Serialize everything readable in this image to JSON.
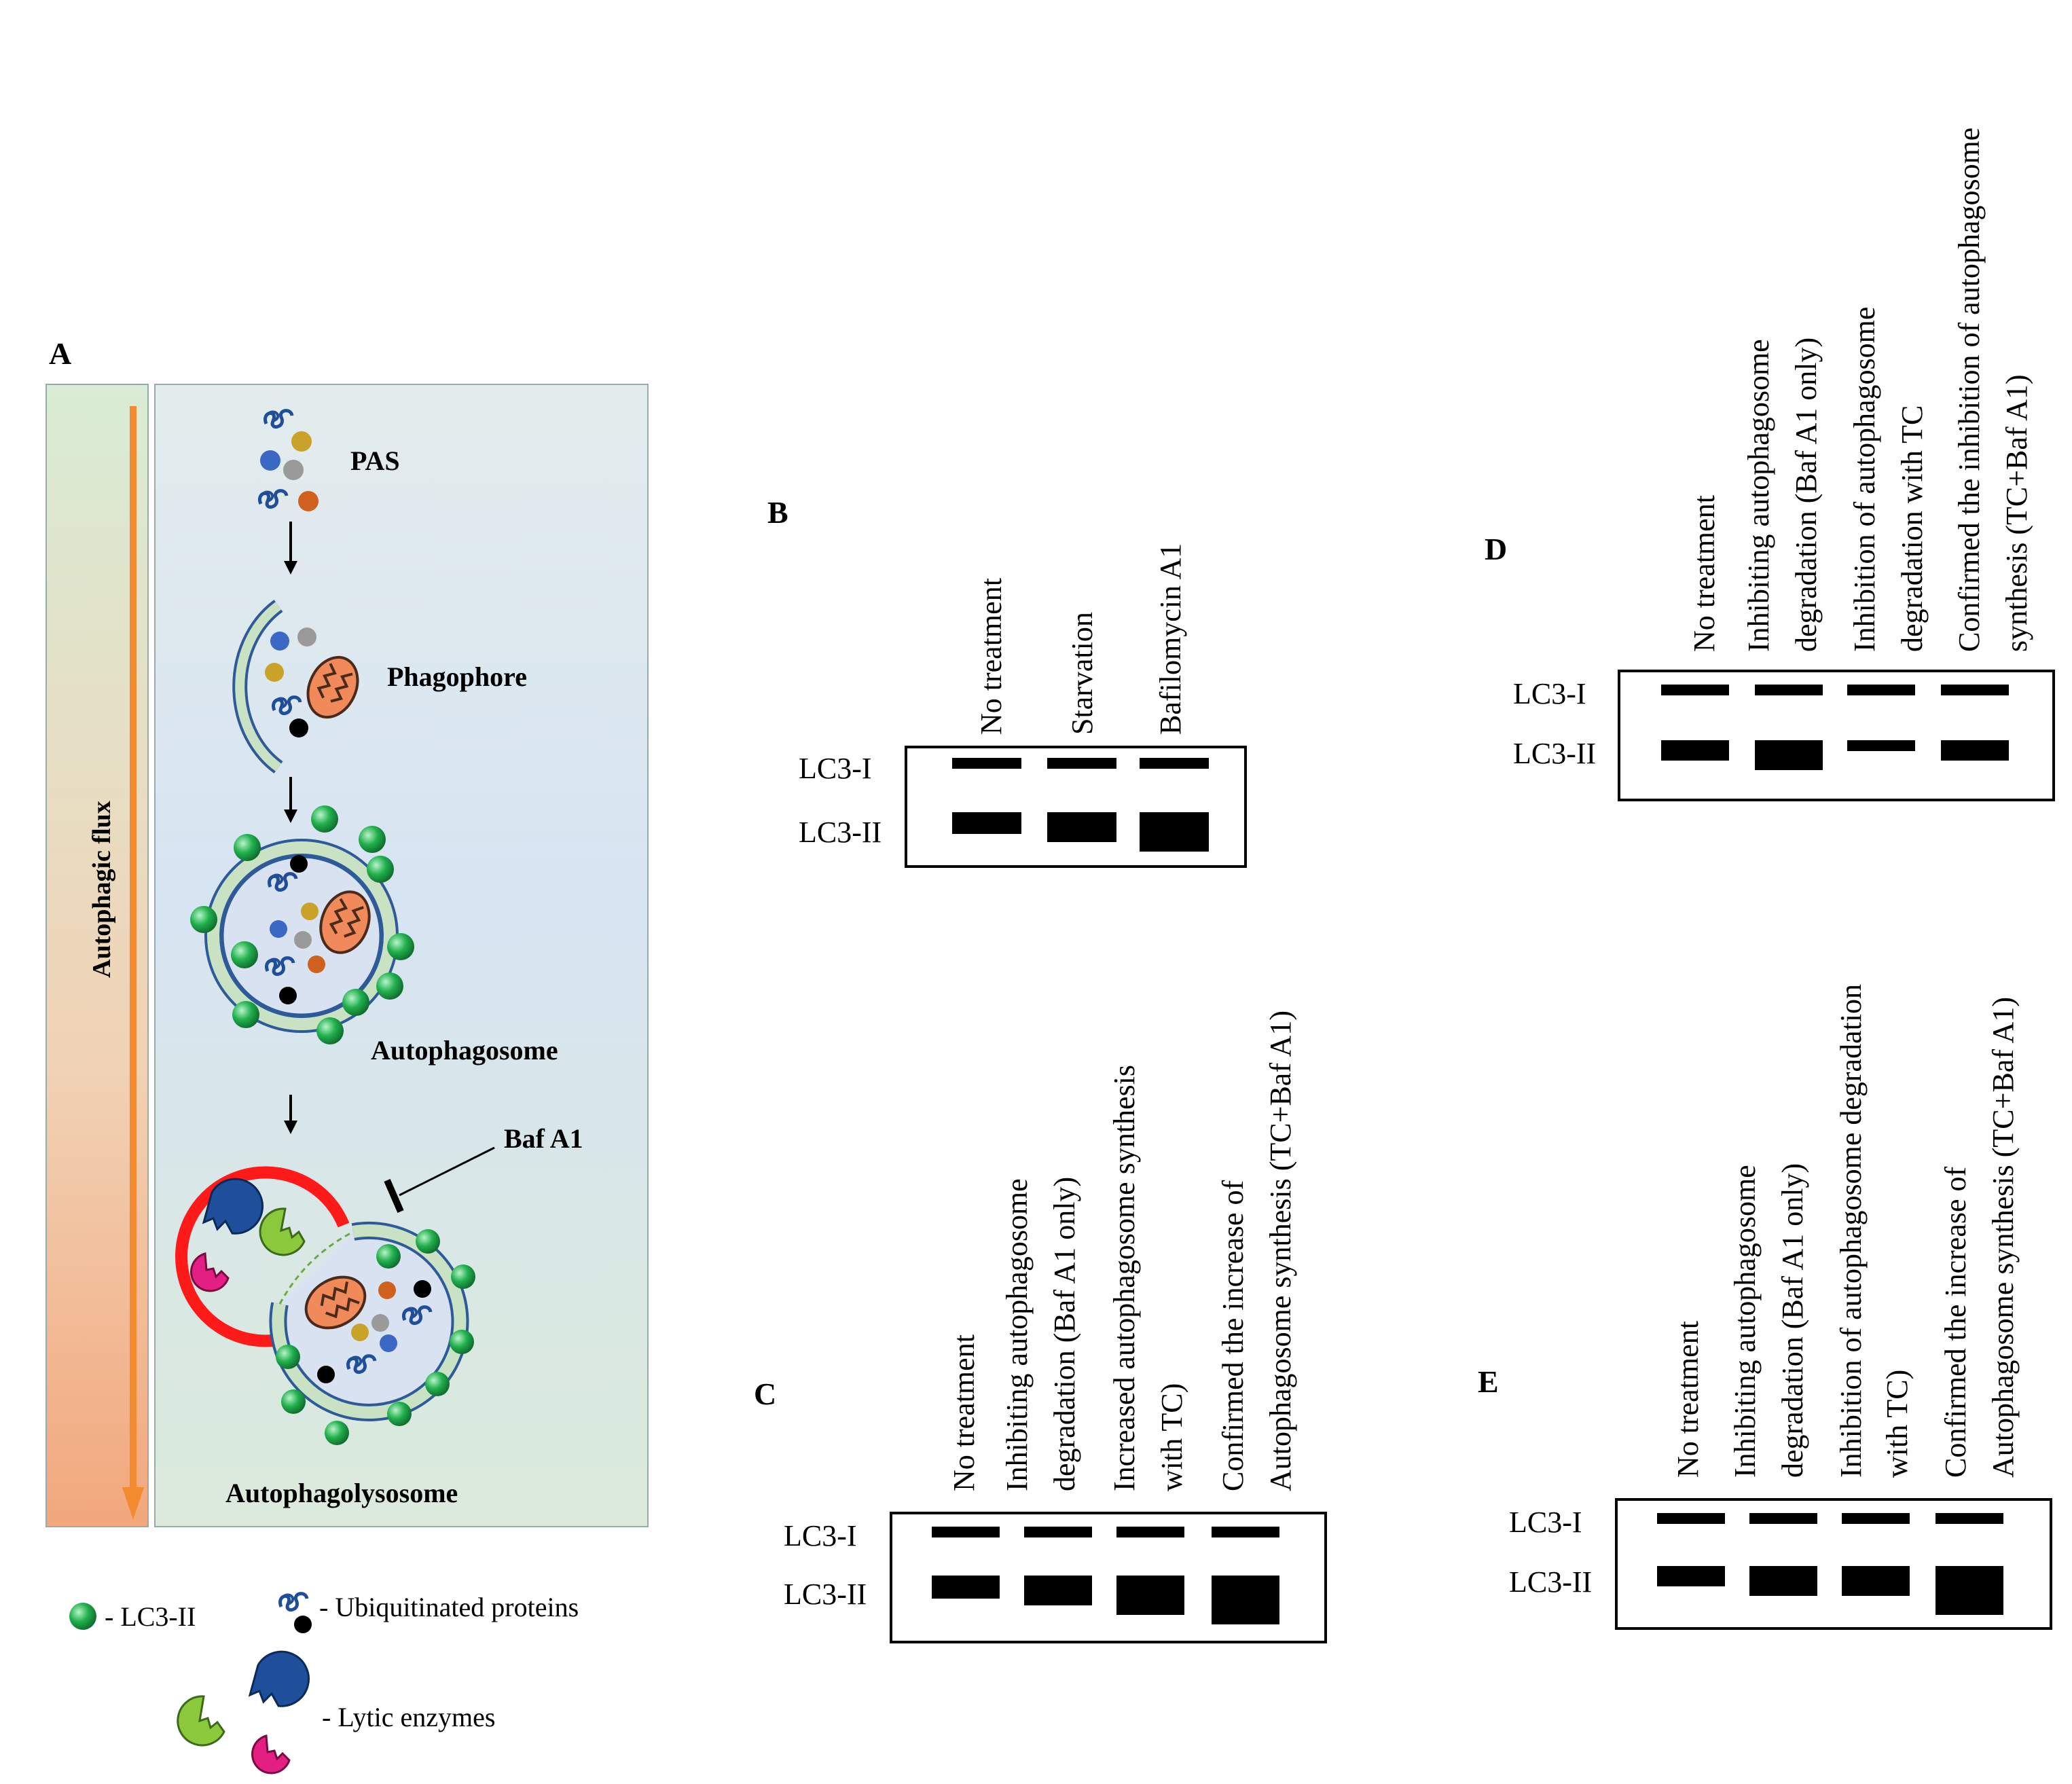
{
  "panels": {
    "A": {
      "letter": "A",
      "flux_label": "Autophagic flux",
      "stages": [
        "PAS",
        "Phagophore",
        "Autophagosome",
        "Autophagolysosome"
      ],
      "inhibitor": "Baf A1",
      "legend": {
        "lc3": "- LC3-II",
        "ubiquitin": "- Ubiquitinated proteins",
        "lytic": "- Lytic  enzymes"
      }
    },
    "B": {
      "letter": "B",
      "row_labels": [
        "LC3-I",
        "LC3-II"
      ],
      "lanes": [
        [
          "No treatment"
        ],
        [
          "Starvation"
        ],
        [
          "Bafilomycin A1"
        ]
      ]
    },
    "C": {
      "letter": "C",
      "row_labels": [
        "LC3-I",
        "LC3-II"
      ],
      "lanes": [
        [
          "No treatment"
        ],
        [
          "Inhibiting autophagosome",
          "degradation (Baf A1 only)"
        ],
        [
          "Increased autophagosome synthesis",
          "with TC)"
        ],
        [
          "Confirmed the increase of",
          "Autophagosome synthesis (TC+Baf A1)"
        ]
      ]
    },
    "D": {
      "letter": "D",
      "row_labels": [
        "LC3-I",
        "LC3-II"
      ],
      "lanes": [
        [
          "No treatment"
        ],
        [
          "Inhibiting autophagosome",
          "degradation (Baf A1 only)"
        ],
        [
          "Inhibition of autophagosome",
          "degradation with TC"
        ],
        [
          "Confirmed the inhibition of autophagosome",
          "synthesis (TC+Baf A1)"
        ]
      ]
    },
    "E": {
      "letter": "E",
      "row_labels": [
        "LC3-I",
        "LC3-II"
      ],
      "lanes": [
        [
          "No treatment"
        ],
        [
          "Inhibiting autophagosome",
          "degradation (Baf A1 only)"
        ],
        [
          "Inhibition of autophagosome degradation",
          "with TC)"
        ],
        [
          "Confirmed the increase of",
          "Autophagosome synthesis (TC+Baf A1)"
        ]
      ]
    }
  },
  "colors": {
    "flux_arrow": "#f28a30",
    "lc3_green": "#1fa84a",
    "mito_orange": "#f08a5a",
    "lysosome_red": "#ff1a1a",
    "membrane_fill": "#c9e2c4",
    "membrane_stroke": "#2f5a9a",
    "enzyme_blue": "#1f4f9a",
    "enzyme_green": "#8bc83c",
    "enzyme_pink": "#e41f83"
  }
}
